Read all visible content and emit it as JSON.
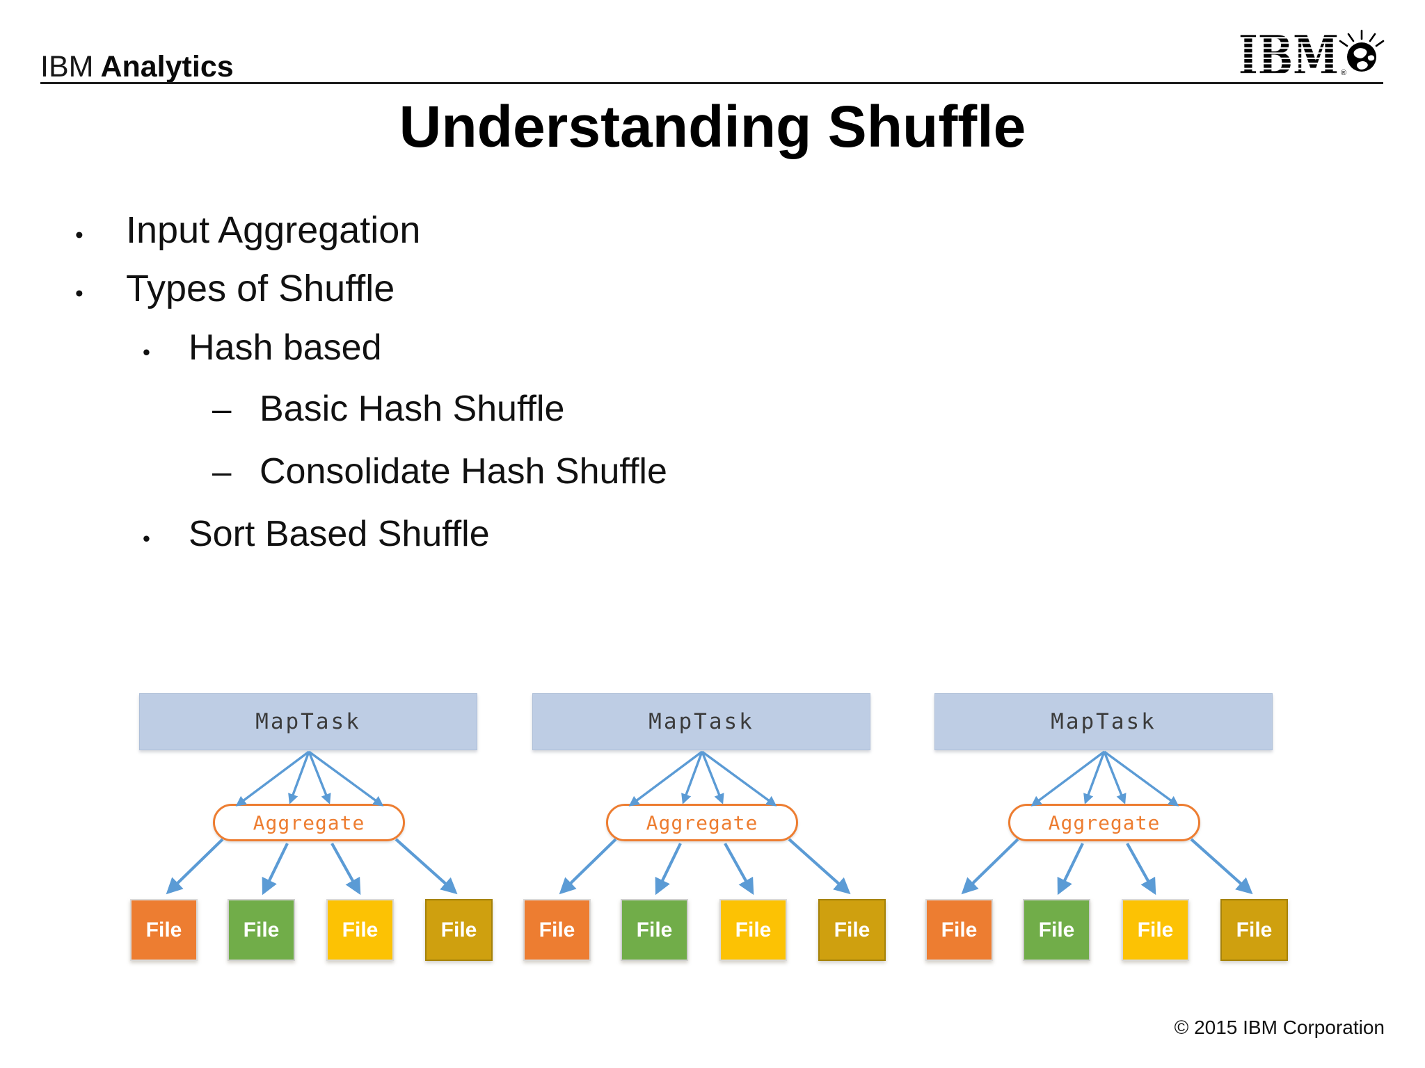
{
  "header": {
    "brand_regular": "IBM",
    "brand_bold": "Analytics",
    "logo_ibm": "IBM",
    "logo_registered": "®"
  },
  "slide": {
    "title": "Understanding Shuffle",
    "bullets": [
      {
        "level": 1,
        "marker": "•",
        "text": "Input Aggregation"
      },
      {
        "level": 1,
        "marker": "•",
        "text": "Types of Shuffle"
      },
      {
        "level": 2,
        "marker": "•",
        "text": "Hash based"
      },
      {
        "level": 3,
        "marker": "–",
        "text": "Basic Hash Shuffle"
      },
      {
        "level": 3,
        "marker": "–",
        "text": "Consolidate Hash Shuffle"
      },
      {
        "level": 2,
        "marker": "•",
        "text": "Sort Based Shuffle"
      }
    ]
  },
  "diagram": {
    "groups": [
      {
        "maptask": "MapTask",
        "aggregate": "Aggregate",
        "files": [
          "File",
          "File",
          "File",
          "File"
        ]
      },
      {
        "maptask": "MapTask",
        "aggregate": "Aggregate",
        "files": [
          "File",
          "File",
          "File",
          "File"
        ]
      },
      {
        "maptask": "MapTask",
        "aggregate": "Aggregate",
        "files": [
          "File",
          "File",
          "File",
          "File"
        ]
      }
    ],
    "colors": {
      "maptask_fill": "#BECDE4",
      "maptask_text": "#3B3B3B",
      "arrow_blue": "#5B9BD5",
      "aggregate_accent": "#ED7D31",
      "file_fills": [
        "#ED7D31",
        "#71AD49",
        "#FCC204",
        "#CFA00F"
      ],
      "file_text": "#FFFFFF"
    }
  },
  "footer": {
    "copyright": "© 2015 IBM Corporation"
  }
}
